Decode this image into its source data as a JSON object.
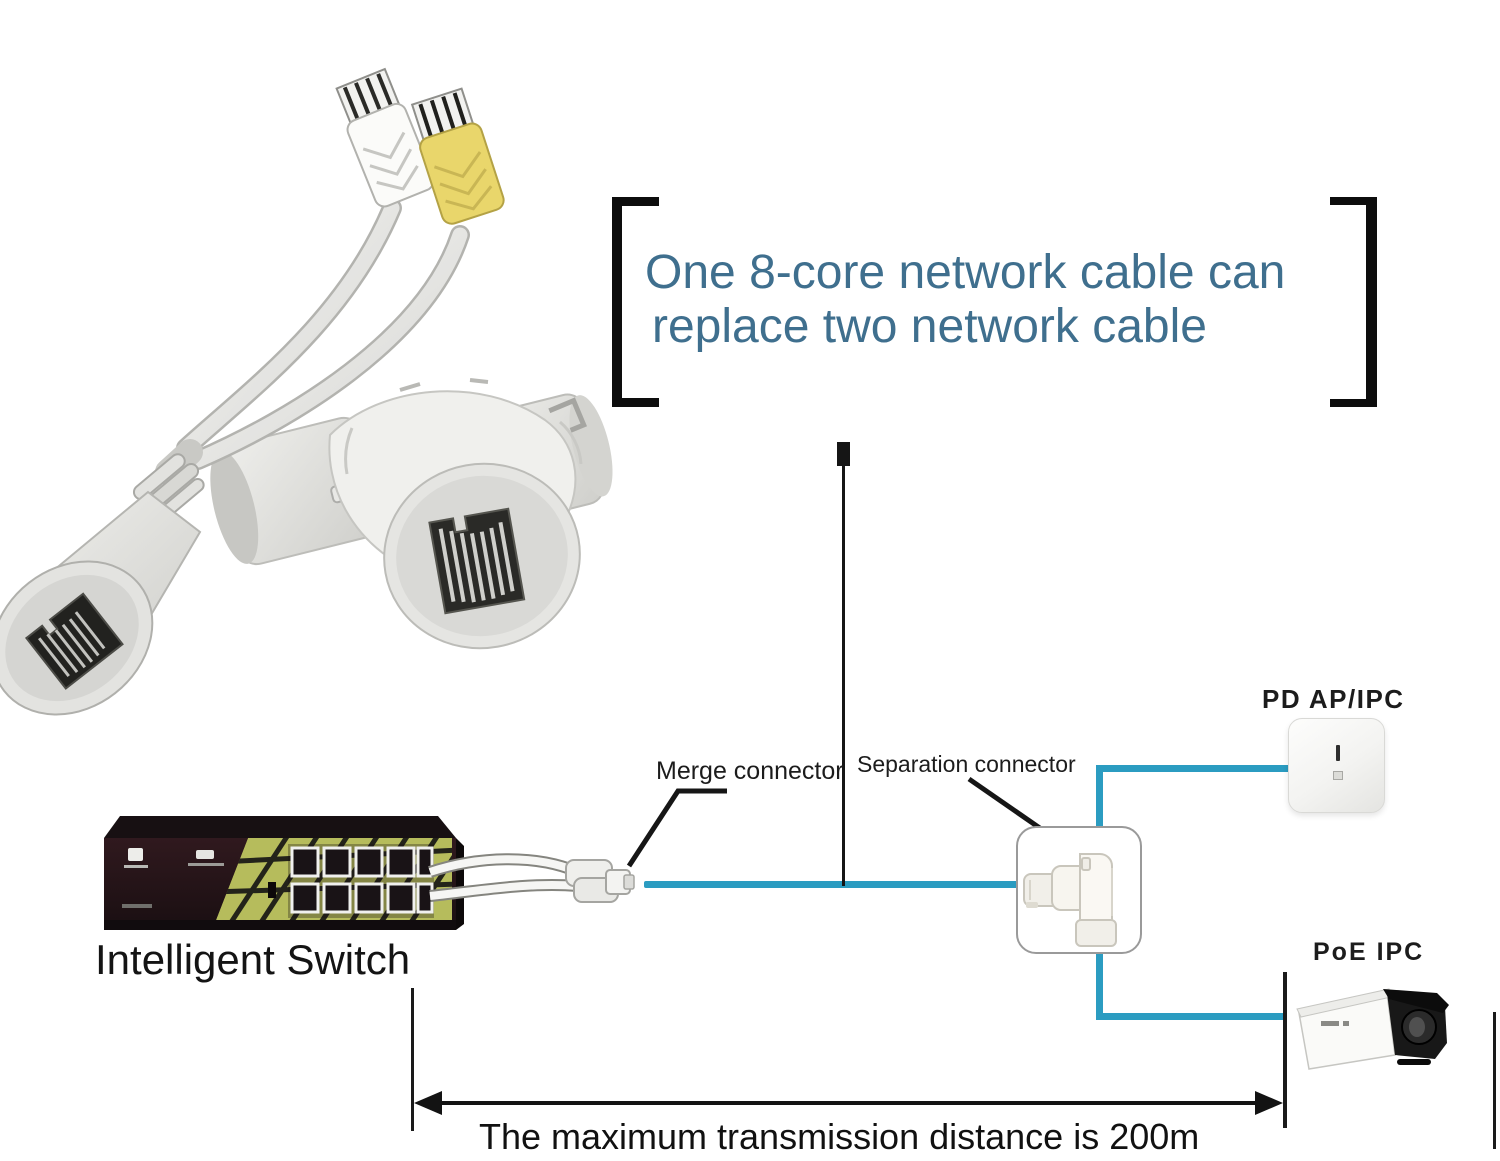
{
  "headline": {
    "line1": "One 8-core network cable can",
    "line2": "replace two network cable"
  },
  "labels": {
    "merge_connector": "Merge connector",
    "separation_connector": "Separation connector",
    "pd_device": "PD AP/IPC",
    "poe_device": "PoE IPC",
    "switch": "Intelligent Switch",
    "distance": "The maximum transmission distance is 200m"
  },
  "colors": {
    "background": "#ffffff",
    "headline_blue": "#3f6f8e",
    "cable_teal": "#2b9cc1",
    "diagram_black": "#141414",
    "plug_yellow": "#e9d66b",
    "switch_olive": "#b6bc5c",
    "switch_body": "#251519"
  }
}
